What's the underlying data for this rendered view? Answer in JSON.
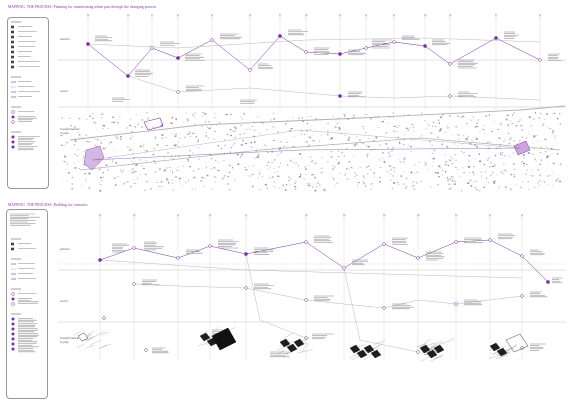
{
  "panels": [
    {
      "title_prefix": "MAPPING",
      "title": "THE PROCESS: Planning for transforming urban past through the changing present",
      "row_labels": [
        "policies",
        "social",
        "transformation\nin plan"
      ]
    },
    {
      "title_prefix": "MAPPING",
      "title": "THE PROCESS: Building for scenarios",
      "row_labels": [
        "policies",
        "social",
        "transformation\nin plan"
      ]
    }
  ],
  "colors": {
    "accent": "#7a2fa8",
    "accent_light": "#c9a6de",
    "ink": "#333333",
    "grid": "#b8b8b8"
  }
}
